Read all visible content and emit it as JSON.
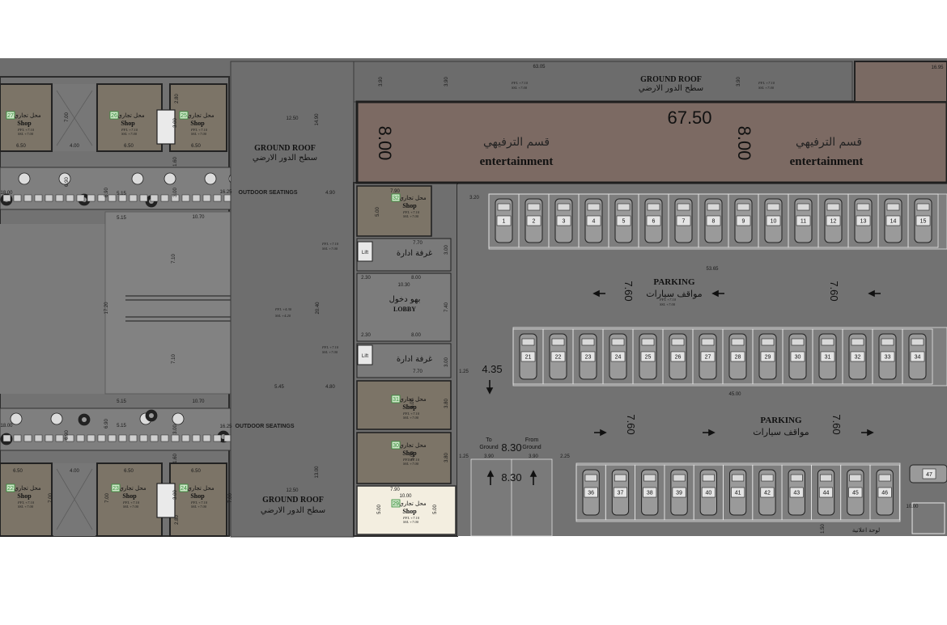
{
  "roof": {
    "label_en": "GROUND ROOF",
    "label_ar": "سطح الدور الارضي"
  },
  "entertainment": {
    "label_en": "entertainment",
    "label_ar": "قسم الترفيهي",
    "length": "67.50",
    "depth": "8.00"
  },
  "parking": {
    "label_en": "PARKING",
    "label_ar": "مواقف سيارات",
    "stall_depth": "7.60"
  },
  "shop": {
    "label_en": "Shop",
    "label_ar": "محل تجاري"
  },
  "outdoor_seating": "OUTDOOR SEATINGS",
  "admin_room": "غرفة ادارة",
  "lobby": {
    "label_en": "LOBBY",
    "label_ar": "بهو دخول"
  },
  "lift": "Lift",
  "ramps": {
    "to": "To Ground",
    "from": "From Ground",
    "width": "8.30",
    "lane": "3.90"
  },
  "billboard": "لوحة اعلانية",
  "levels": {
    "shop_ffl": "FFL +7.10",
    "shop_ssl": "SSL +7.00",
    "void_ffl": "FFL +4.30",
    "void_ssl": "SSL +4.20"
  },
  "left_shops_top": [
    "27",
    "26",
    "25"
  ],
  "left_shops_bottom": [
    "22",
    "23",
    "24"
  ],
  "mid_shops": [
    "32",
    "31",
    "30",
    "29"
  ],
  "parking_rows": {
    "row1": [
      "1",
      "2",
      "3",
      "4",
      "5",
      "6",
      "7",
      "8",
      "9",
      "10",
      "11",
      "12",
      "13",
      "14",
      "15"
    ],
    "row2": [
      "21",
      "22",
      "23",
      "24",
      "25",
      "26",
      "27",
      "28",
      "29",
      "30",
      "31",
      "32",
      "33",
      "34"
    ],
    "row3": [
      "36",
      "37",
      "38",
      "39",
      "40",
      "41",
      "42",
      "43",
      "44",
      "45",
      "46"
    ],
    "extra": "47"
  },
  "dimensions": {
    "total_top": "63.05",
    "right_edge": "16.95",
    "mall_w": "53.65",
    "row3_w": "45.00",
    "left_setback": "4.35",
    "void_w": "10.70",
    "void_h": "17.20",
    "void_half": "7.10",
    "deck_h": "20.40",
    "roof_w": "12.50",
    "shop_w": "6.50",
    "stair_w": "4.00",
    "small_w": "2.80",
    "strip_w": "16.25",
    "seat_w": "5.15",
    "seat_h": "6.90",
    "left_w": "18.00",
    "dim_500": "5.00",
    "dim_790": "7.90",
    "dim_770": "7.70",
    "dim_1030": "10.30",
    "dim_1000": "10.00",
    "dim_800": "8.00",
    "dim_230": "2.30",
    "dim_740": "7.40",
    "dim_300": "3.00",
    "dim_380": "3.80",
    "dim_320": "3.20",
    "dim_125": "1.25",
    "dim_225": "2.25",
    "dim_490": "4.90",
    "dim_480": "4.80",
    "dim_545": "5.45",
    "dim_1300": "13.00",
    "dim_1490": "14.90",
    "dim_700": "7.00",
    "dim_160": "1.60",
    "dim_390": "3.90",
    "dim_150": "1.50"
  }
}
